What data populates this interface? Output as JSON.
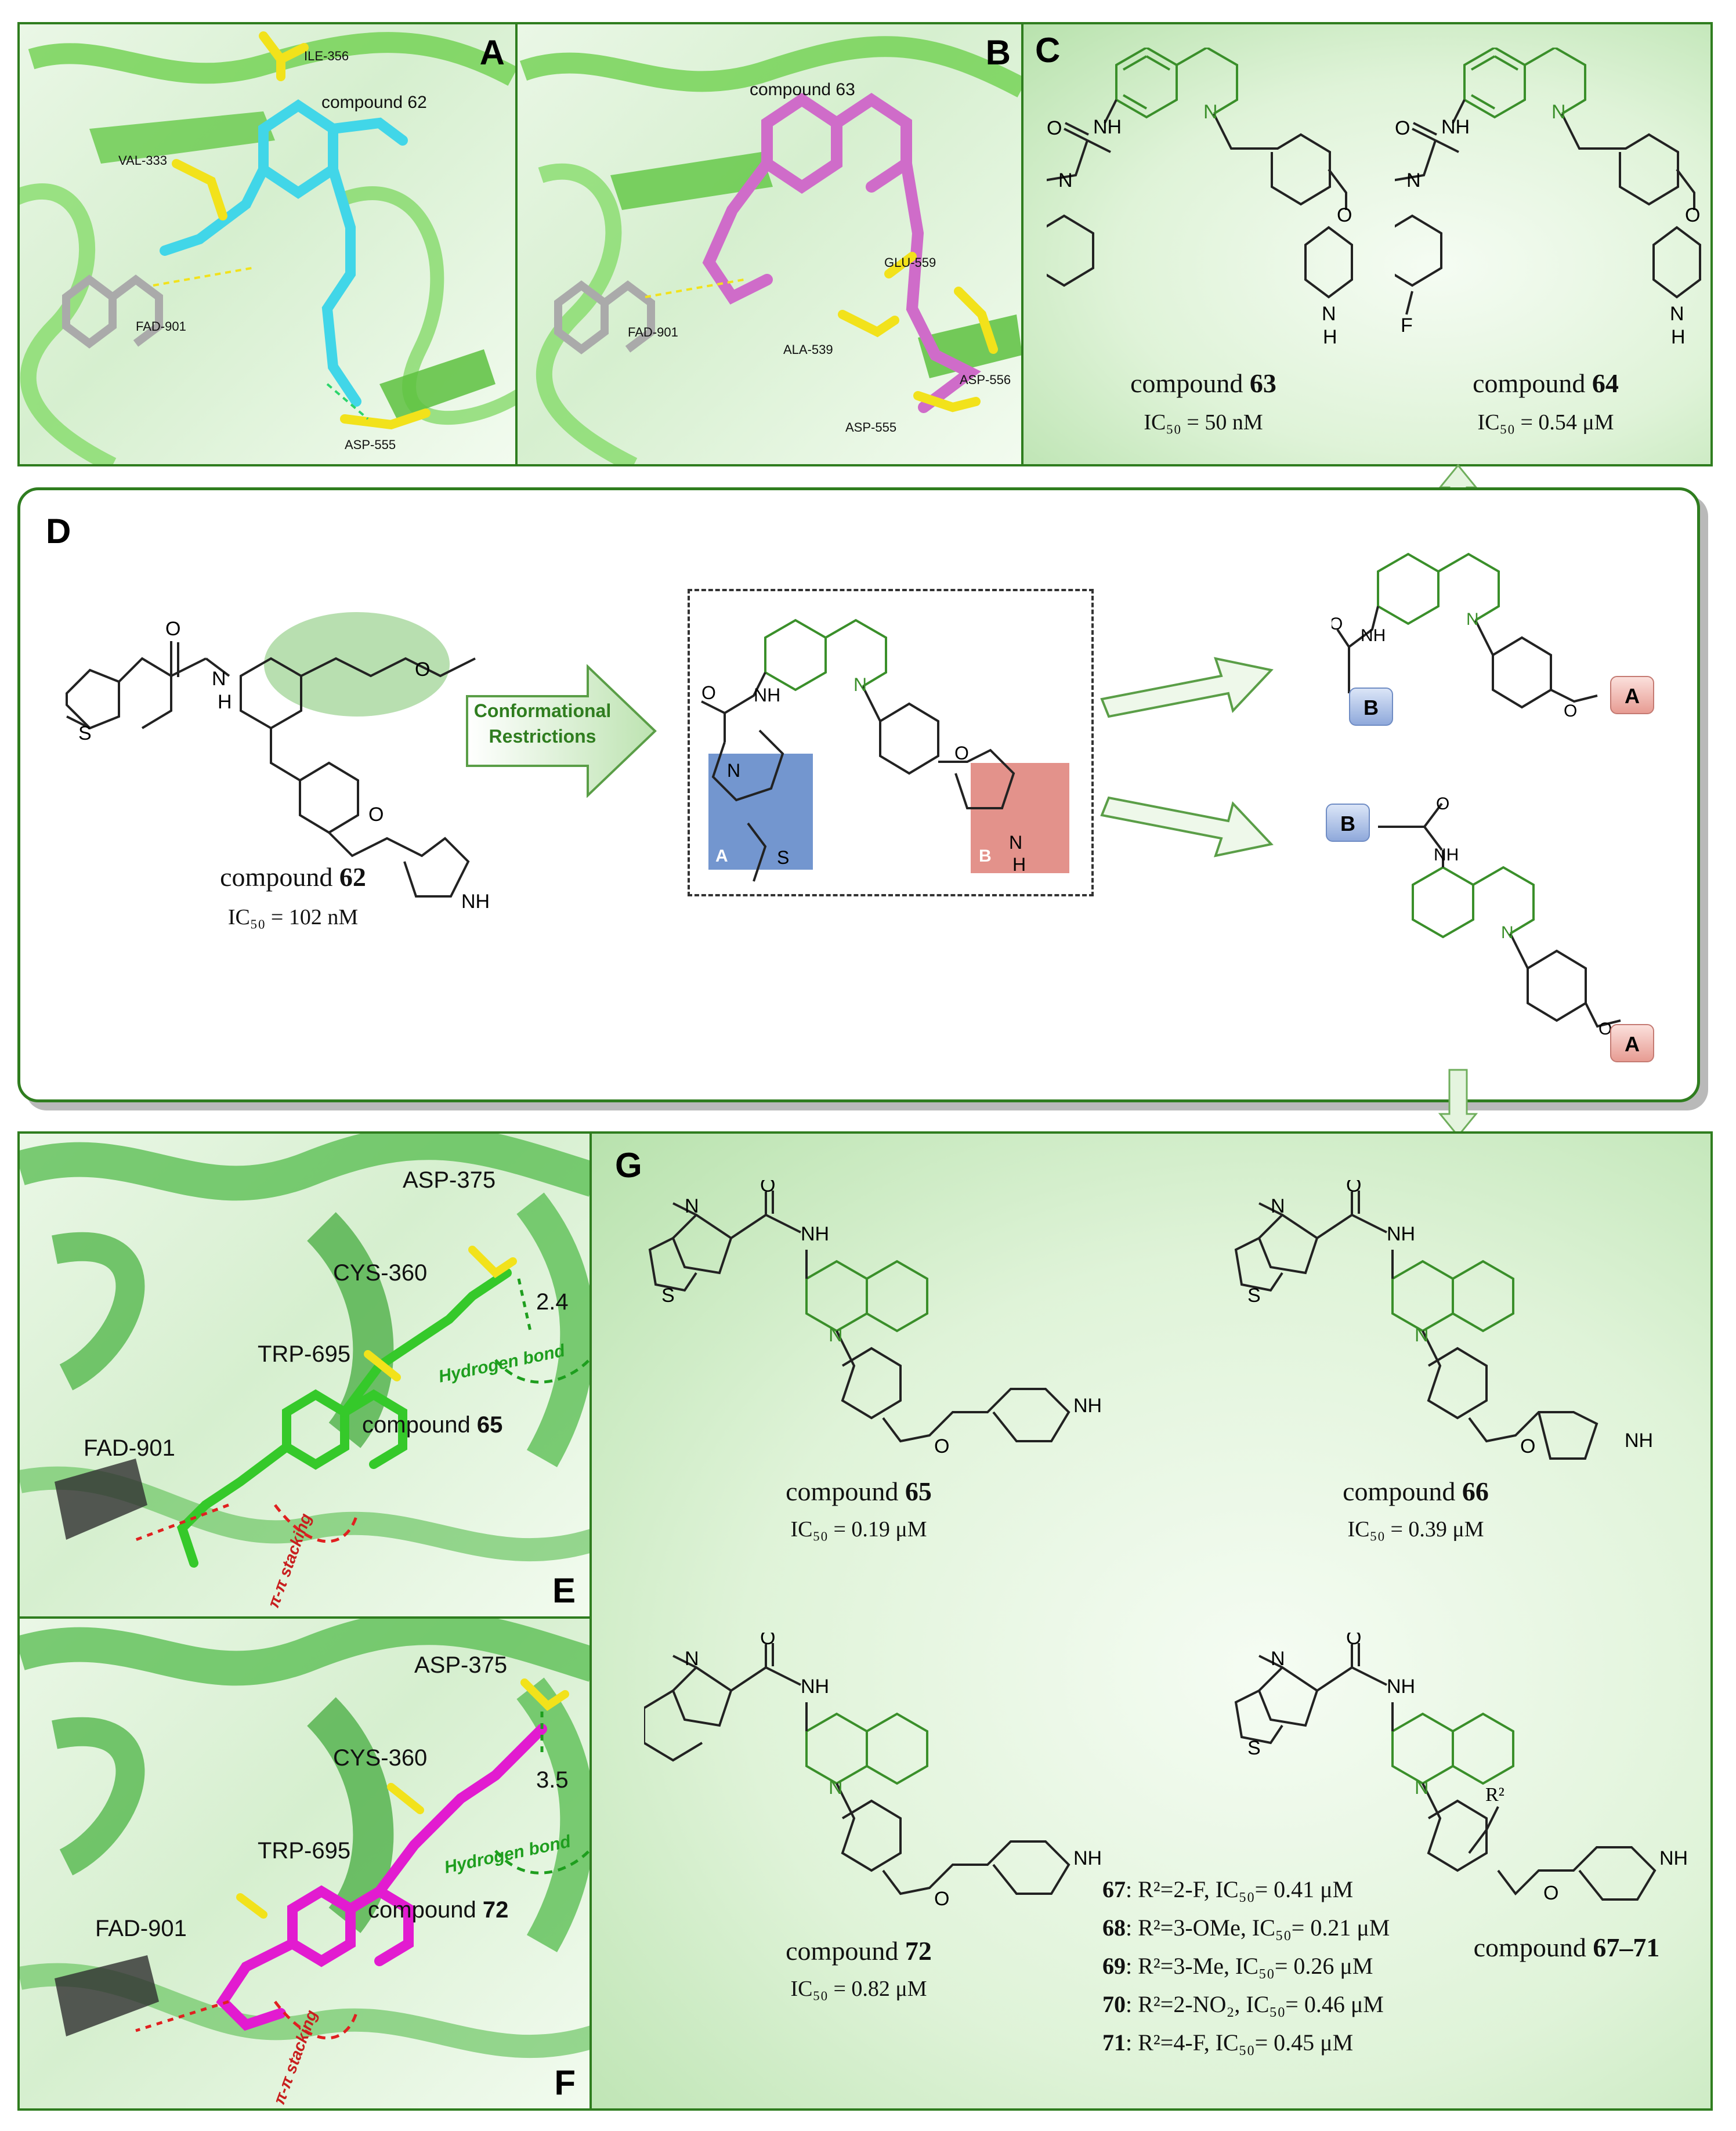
{
  "panels": {
    "A": {
      "label": "A",
      "compound": "compound 62",
      "residues": [
        "ILE-356",
        "VAL-333",
        "FAD-901",
        "ASP-555"
      ]
    },
    "B": {
      "label": "B",
      "compound": "compound 63",
      "residues": [
        "GLU-559",
        "FAD-901",
        "ALA-539",
        "ASP-556",
        "ASP-555"
      ]
    },
    "C": {
      "label": "C",
      "compounds": [
        {
          "name": "compound ",
          "num": "63",
          "ic50": "IC₅₀ = 50 nM",
          "atoms": {
            "n": "N",
            "nh": "NH",
            "o": "O",
            "ring_n": "N",
            "pip_n": "N",
            "pip_h": "H"
          }
        },
        {
          "name": "compound ",
          "num": "64",
          "ic50": "IC₅₀ = 0.54 μM",
          "atoms": {
            "n": "N",
            "nh": "NH",
            "o": "O",
            "ring_n": "N",
            "pip_n": "N",
            "pip_h": "H",
            "f": "F"
          }
        }
      ]
    },
    "D": {
      "label": "D",
      "compound62": {
        "name": "compound ",
        "num": "62",
        "ic50": "IC₅₀ = 102 nM"
      },
      "arrow_text": [
        "Conformational",
        "Restrictions"
      ],
      "box_A": "A",
      "box_B": "B",
      "tag_A": "A",
      "tag_B": "B",
      "atoms": {
        "n": "N",
        "nh": "NH",
        "h": "H",
        "o": "O",
        "s": "S"
      }
    },
    "E": {
      "label": "E",
      "compound": "compound ",
      "num": "65",
      "residues": [
        "ASP-375",
        "CYS-360",
        "TRP-695",
        "FAD-901"
      ],
      "distance": "2.4",
      "hbond": "Hydrogen bond",
      "stack": "π-π stacking"
    },
    "F": {
      "label": "F",
      "compound": "compound ",
      "num": "72",
      "residues": [
        "ASP-375",
        "CYS-360",
        "TRP-695",
        "FAD-901"
      ],
      "distance": "3.5",
      "hbond": "Hydrogen bond",
      "stack": "π-π stacking"
    },
    "G": {
      "label": "G",
      "compounds": [
        {
          "name": "compound ",
          "num": "65",
          "ic50": "IC₅₀ = 0.19 μM"
        },
        {
          "name": "compound ",
          "num": "66",
          "ic50": "IC₅₀ = 0.39 μM"
        },
        {
          "name": "compound ",
          "num": "72",
          "ic50": "IC₅₀ = 0.82 μM"
        },
        {
          "name": "compound ",
          "num": "67–71",
          "ic50": ""
        }
      ],
      "r_label": "R²",
      "sar": [
        {
          "id": "67",
          "text": ": R²=2-F,  IC₅₀= 0.41 μM"
        },
        {
          "id": "68",
          "text": ": R²=3-OMe,  IC₅₀= 0.21 μM"
        },
        {
          "id": "69",
          "text": ": R²=3-Me,  IC₅₀= 0.26 μM"
        },
        {
          "id": "70",
          "text": ": R²=2-NO₂,  IC₅₀= 0.46 μM"
        },
        {
          "id": "71",
          "text": ": R²=4-F,  IC₅₀= 0.45 μM"
        }
      ]
    }
  },
  "colors": {
    "frame": "#2f7d1f",
    "scaffold": "#3a8f2a",
    "ligand62": "#41d6e8",
    "ligand63": "#cf6cc9",
    "ligand65": "#35c92a",
    "ligand72": "#e21bd0",
    "residue": "#f2e21b"
  }
}
